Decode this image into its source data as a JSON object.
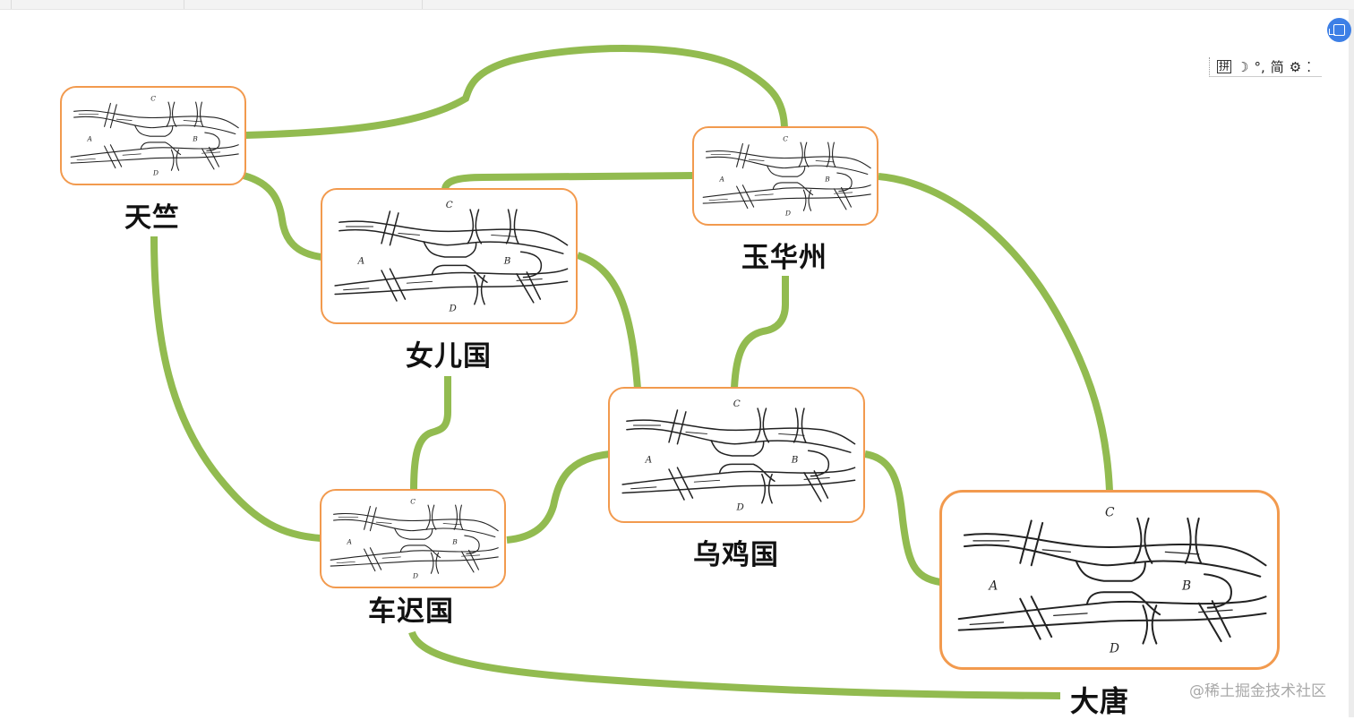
{
  "diagram": {
    "title": "七桥问题 — 西游取经路线图",
    "node_image": {
      "description": "Königsberg seven bridges sketch",
      "region_labels": [
        "A",
        "B",
        "C",
        "D"
      ]
    },
    "nodes": [
      {
        "id": "tianzhu",
        "label": "天竺"
      },
      {
        "id": "nuerguo",
        "label": "女儿国"
      },
      {
        "id": "yuhuazhou",
        "label": "玉华州"
      },
      {
        "id": "wujiguo",
        "label": "乌鸡国"
      },
      {
        "id": "checiguo",
        "label": "车迟国"
      },
      {
        "id": "datang",
        "label": "大唐"
      }
    ],
    "edges": [
      {
        "from": "天竺",
        "to": "玉华州"
      },
      {
        "from": "天竺",
        "to": "女儿国"
      },
      {
        "from": "天竺",
        "to": "车迟国"
      },
      {
        "from": "女儿国",
        "to": "玉华州"
      },
      {
        "from": "女儿国",
        "to": "乌鸡国"
      },
      {
        "from": "女儿国",
        "to": "车迟国"
      },
      {
        "from": "玉华州",
        "to": "乌鸡国"
      },
      {
        "from": "玉华州",
        "to": "大唐"
      },
      {
        "from": "乌鸡国",
        "to": "车迟国"
      },
      {
        "from": "乌鸡国",
        "to": "大唐"
      },
      {
        "from": "车迟国",
        "to": "大唐"
      }
    ],
    "colors": {
      "edge": "#92bb50",
      "node_border": "#f29a4e",
      "label": "#111111"
    }
  },
  "ime_toolbar": {
    "items": [
      {
        "icon": "pinyin-icon",
        "text": "拼"
      },
      {
        "icon": "moon-icon",
        "text": "☽"
      },
      {
        "icon": "punctuation-icon",
        "text": "°,"
      },
      {
        "icon": "simplified-icon",
        "text": "简"
      },
      {
        "icon": "gear-icon",
        "text": "⚙"
      },
      {
        "icon": "more-icon",
        "text": "⁚"
      }
    ]
  },
  "floating_button": {
    "icon": "screen-capture-icon",
    "color": "#3d7fe6"
  },
  "watermark": "@稀土掘金技术社区"
}
